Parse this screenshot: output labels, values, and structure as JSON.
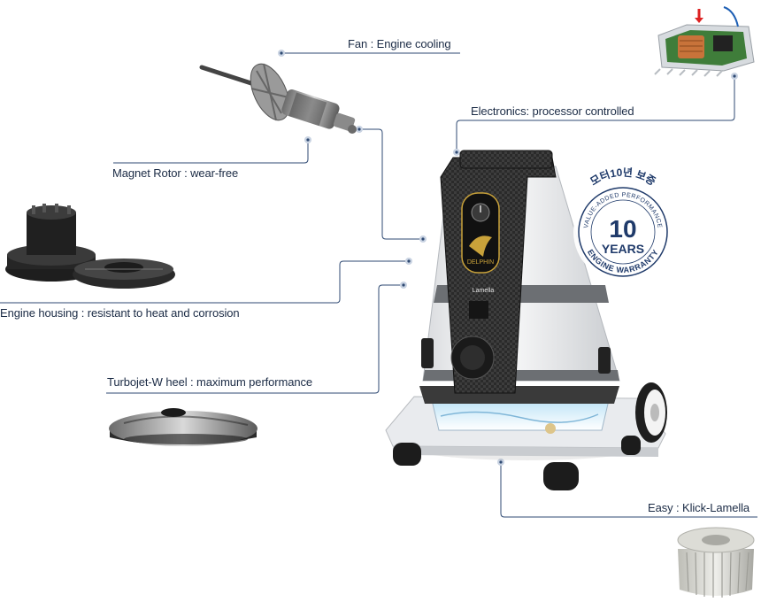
{
  "callouts": {
    "fan": "Fan : Engine cooling",
    "electronics": "Electronics: processor controlled",
    "rotor": "Magnet Rotor : wear-free",
    "housing": "Engine housing : resistant to heat and corrosion",
    "wheel": "Turbojet-W heel : maximum performance",
    "lamella": "Easy : Klick-Lamella"
  },
  "badge": {
    "korean": "모터10년 보증",
    "arc_top": "VALUE-ADDED PERFORMANCE",
    "number": "10",
    "years": "YEARS",
    "arc_bottom": "ENGINE WARRANTY"
  },
  "product": {
    "brand": "DELPHIN",
    "sub_brand": "Lamella"
  },
  "colors": {
    "leader_line": "#2f4a73",
    "dot": "#c9d3e2",
    "text": "#1b2b45",
    "body_white": "#f2f3f5",
    "carbon": "#3a3a3a",
    "gold": "#c9a23a"
  }
}
